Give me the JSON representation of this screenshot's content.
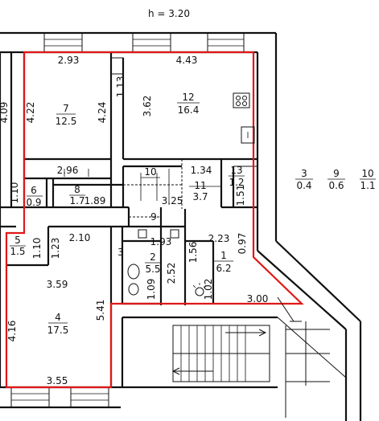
{
  "header": {
    "height_label": "h = 3.20"
  },
  "dimensions": {
    "d_2_93": "2.93",
    "d_4_43": "4.43",
    "d_4_09": "4.09",
    "d_4_22": "4.22",
    "d_4_24": "4.24",
    "d_1_13": "1.13",
    "d_3_62": "3.62",
    "d_2_96": "2.96",
    "d_1_10_left": "1.10",
    "d_1_89": "1.89",
    "d_1_34": "1.34",
    "d_3_25": "3.25",
    "d_1_51": "1.51",
    "d_2_10": "2.10",
    "d_1_23": "1.23",
    "d_1_10_room5": "1.10",
    "d_1_93": "1.93",
    "d_2_23": "2.23",
    "d_0_97": "0.97",
    "d_1_56": "1.56",
    "d_2_52": "2.52",
    "d_1_09": "1.09",
    "d_1_02": "1.02",
    "d_3_59": "3.59",
    "d_5_41": "5.41",
    "d_4_16": "4.16",
    "d_3_55": "3.55",
    "d_3_00": "3.00"
  },
  "rooms": [
    {
      "num": "7",
      "area": "12.5"
    },
    {
      "num": "12",
      "area": "16.4"
    },
    {
      "num": "6",
      "area": "0.9"
    },
    {
      "num": "8",
      "area": "1.7"
    },
    {
      "num": "10",
      "area": ""
    },
    {
      "num": "11",
      "area": "3.7"
    },
    {
      "num": "13",
      "area": "1.2"
    },
    {
      "num": "9",
      "area": ""
    },
    {
      "num": "5",
      "area": "1.5"
    },
    {
      "num": "3",
      "area": ""
    },
    {
      "num": "2",
      "area": "5.5"
    },
    {
      "num": "1",
      "area": "6.2"
    },
    {
      "num": "4",
      "area": "17.5"
    }
  ],
  "legend": [
    {
      "num": "3",
      "area": "0.4"
    },
    {
      "num": "9",
      "area": "0.6"
    },
    {
      "num": "10",
      "area": "1.1"
    }
  ],
  "colors": {
    "highlight": "#e01818",
    "line": "#111111"
  }
}
